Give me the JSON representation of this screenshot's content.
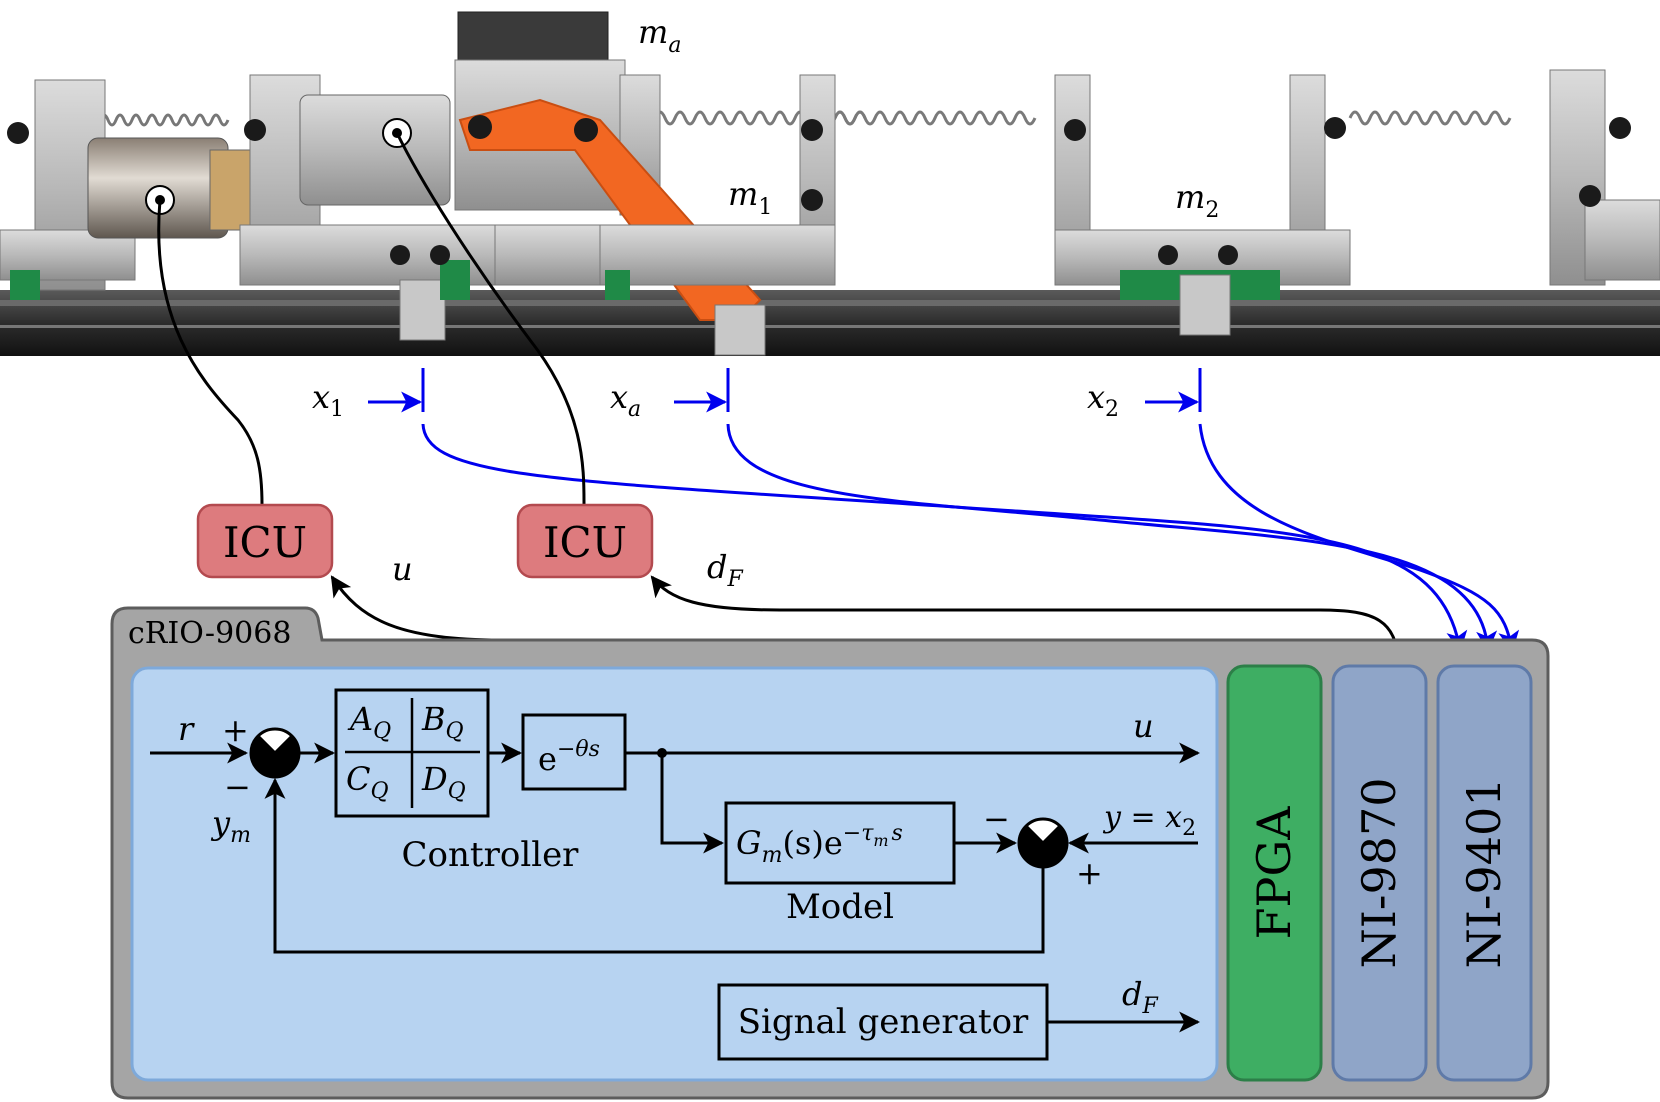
{
  "photo": {
    "mass_a": {
      "base": "m",
      "sub": "a"
    },
    "mass_1": {
      "base": "m",
      "sub": "1"
    },
    "mass_2": {
      "base": "m",
      "sub": "2"
    }
  },
  "sensors": {
    "x1": {
      "base": "x",
      "sub": "1"
    },
    "xa": {
      "base": "x",
      "sub": "a"
    },
    "x2": {
      "base": "x",
      "sub": "2"
    }
  },
  "icu_left": "ICU",
  "icu_right": "ICU",
  "signals": {
    "u_top": "u",
    "dF_top": {
      "base": "d",
      "sub": "F"
    },
    "r": "r",
    "plus_left": "+",
    "minus_left": "−",
    "ym": {
      "base": "y",
      "sub": "m"
    },
    "u_out": "u",
    "y_eq": "y = x",
    "y_eq_sub": "2",
    "minus_right": "−",
    "plus_right": "+",
    "dF_out": {
      "base": "d",
      "sub": "F"
    }
  },
  "crio": {
    "label": "cRIO-9068"
  },
  "controller": {
    "AQ": {
      "base": "A",
      "sub": "Q"
    },
    "BQ": {
      "base": "B",
      "sub": "Q"
    },
    "CQ": {
      "base": "C",
      "sub": "Q"
    },
    "DQ": {
      "base": "D",
      "sub": "Q"
    },
    "caption": "Controller"
  },
  "delay": {
    "base": "e",
    "sup": "−θs"
  },
  "model": {
    "G": "G",
    "Gsub": "m",
    "mid": "(s)e",
    "sup": "−τ",
    "supsub": "m",
    "sup2": "s",
    "caption": "Model"
  },
  "signal_generator": "Signal generator",
  "modules": {
    "fpga": "FPGA",
    "ni9870": "NI-9870",
    "ni9401": "NI-9401"
  },
  "colors": {
    "photo_bg": "#1a1a1a",
    "frame_gray": "#a5a5a5",
    "inner_blue": "#b7d3f1",
    "fpga_green": "#3eae63",
    "module_blue": "#8fa5c8",
    "icu_red": "#dd7b7e",
    "arm_orange": "#f26722",
    "signal_blue": "#0000ee"
  }
}
